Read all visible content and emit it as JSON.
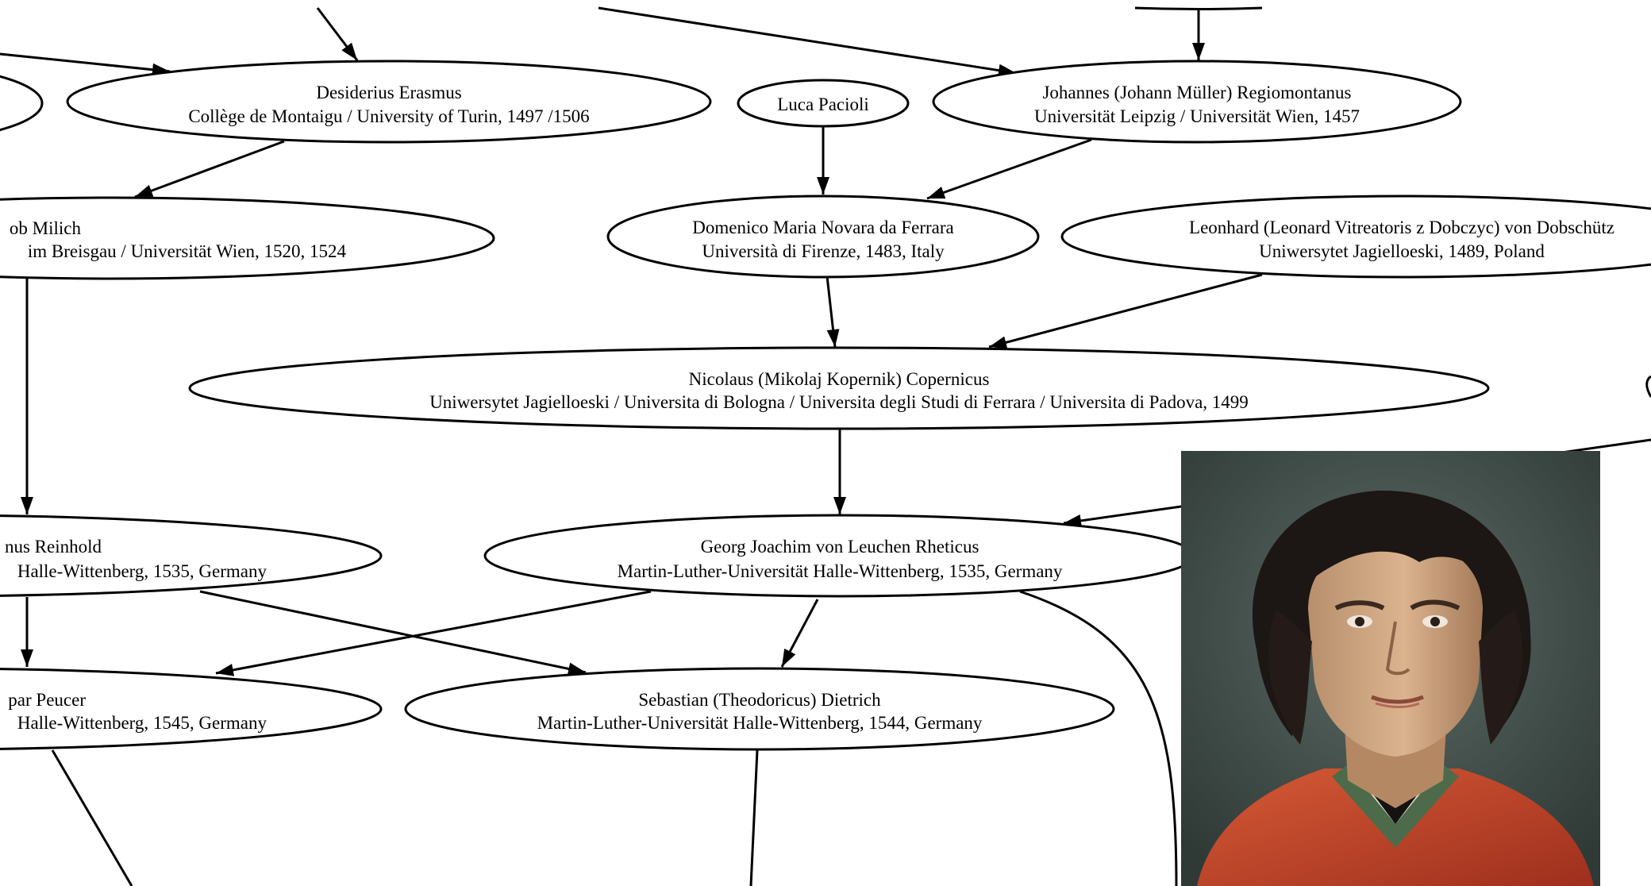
{
  "nodes": {
    "left_partial": {
      "line1": "",
      "line2": ""
    },
    "erasmus": {
      "line1": "Desiderius  Erasmus",
      "line2": "Collège de Montaigu / University of Turin, 1497 /1506"
    },
    "pacioli": {
      "line1": "Luca  Pacioli"
    },
    "regiomontanus": {
      "line1": "Johannes (Johann Müller) Regiomontanus",
      "line2": "Universität Leipzig / Universität Wien, 1457"
    },
    "milich": {
      "line1": "ob  Milich",
      "line2": "im Breisgau / Universität Wien, 1520, 1524"
    },
    "novara": {
      "line1": "Domenico Maria Novara da Ferrara",
      "line2": "Università di Firenze, 1483, Italy"
    },
    "dobschutz": {
      "line1": "Leonhard (Leonard Vitreatoris z Dobczyc) von Dobschütz",
      "line2": "Uniwersytet Jagielloeski, 1489, Poland"
    },
    "copernicus": {
      "line1": "Nicolaus (Mikolaj Kopernik) Copernicus",
      "line2": "Uniwersytet Jagielloeski / Universita  di Bologna / Universita  degli Studi di Ferrara / Universita  di Padova, 1499"
    },
    "reinhold": {
      "line1": "nus  Reinhold",
      "line2": "Halle-Wittenberg, 1535, Germany"
    },
    "rheticus": {
      "line1": "Georg Joachim von Leuchen Rheticus",
      "line2": "Martin-Luther-Universität Halle-Wittenberg, 1535, Germany"
    },
    "peucer": {
      "line1": "par  Peucer",
      "line2": "Halle-Wittenberg, 1545, Germany"
    },
    "dietrich": {
      "line1": "Sebastian (Theodoricus) Dietrich",
      "line2": "Martin-Luther-Universität Halle-Wittenberg, 1544, Germany"
    }
  },
  "portrait": {
    "subject": "portrait of Nicolaus Copernicus"
  },
  "colors": {
    "background": "#ffffff",
    "stroke": "#000000",
    "coat": "#c8452c",
    "hair": "#1c1614"
  }
}
